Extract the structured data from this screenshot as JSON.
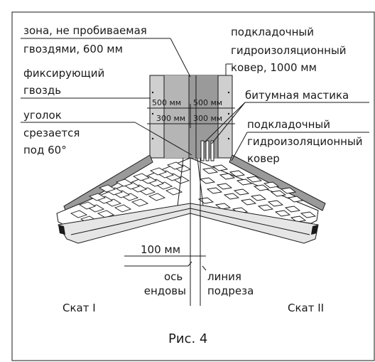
{
  "labels": {
    "zone": [
      "зона, не пробиваемая",
      "гвоздями, 600 мм"
    ],
    "underlay_top": [
      "подкладочный",
      "гидроизоляционный",
      "ковер, 1000 мм"
    ],
    "nail": [
      "фиксирующий",
      "гвоздь"
    ],
    "mastic": "битумная мастика",
    "corner": [
      "уголок",
      "срезается",
      "под 60°"
    ],
    "underlay_right": [
      "подкладочный",
      "гидроизоляционный",
      "ковер"
    ],
    "dim_500_left": "500 мм",
    "dim_500_right": "500 мм",
    "dim_300_left": "300 мм",
    "dim_300_right": "300 мм",
    "dim_100": "100 мм",
    "axis": [
      "ось",
      "ендовы"
    ],
    "cut_line": [
      "линия",
      "подреза"
    ],
    "slope_1": "Скат I",
    "slope_2": "Скат II",
    "caption": "Рис. 4"
  },
  "colors": {
    "underlay": "#cfcfcf",
    "underlay_dark": "#9a9a9a",
    "gutter": "#e6e6e6",
    "line": "#1a1a1a"
  }
}
